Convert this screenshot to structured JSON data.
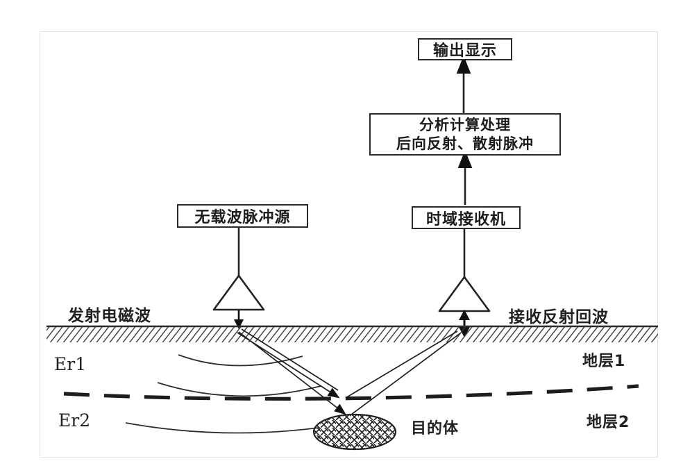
{
  "figure": {
    "boxes": {
      "output_display": "输出显示",
      "analysis_line1": "分析计算处理",
      "analysis_line2": "后向反射、散射脉冲",
      "pulse_source": "无载波脉冲源",
      "receiver": "时域接收机"
    },
    "surface_labels": {
      "transmit_wave": "发射电磁波",
      "receive_echo": "接收反射回波"
    },
    "layer_labels": {
      "er1": "Er1",
      "er2": "Er2",
      "layer1": "地层1",
      "layer2": "地层2",
      "target": "目的体"
    },
    "colors": {
      "ink": "#1f1f1f",
      "background": "#ffffff",
      "frame": "#e3e3e3"
    }
  }
}
